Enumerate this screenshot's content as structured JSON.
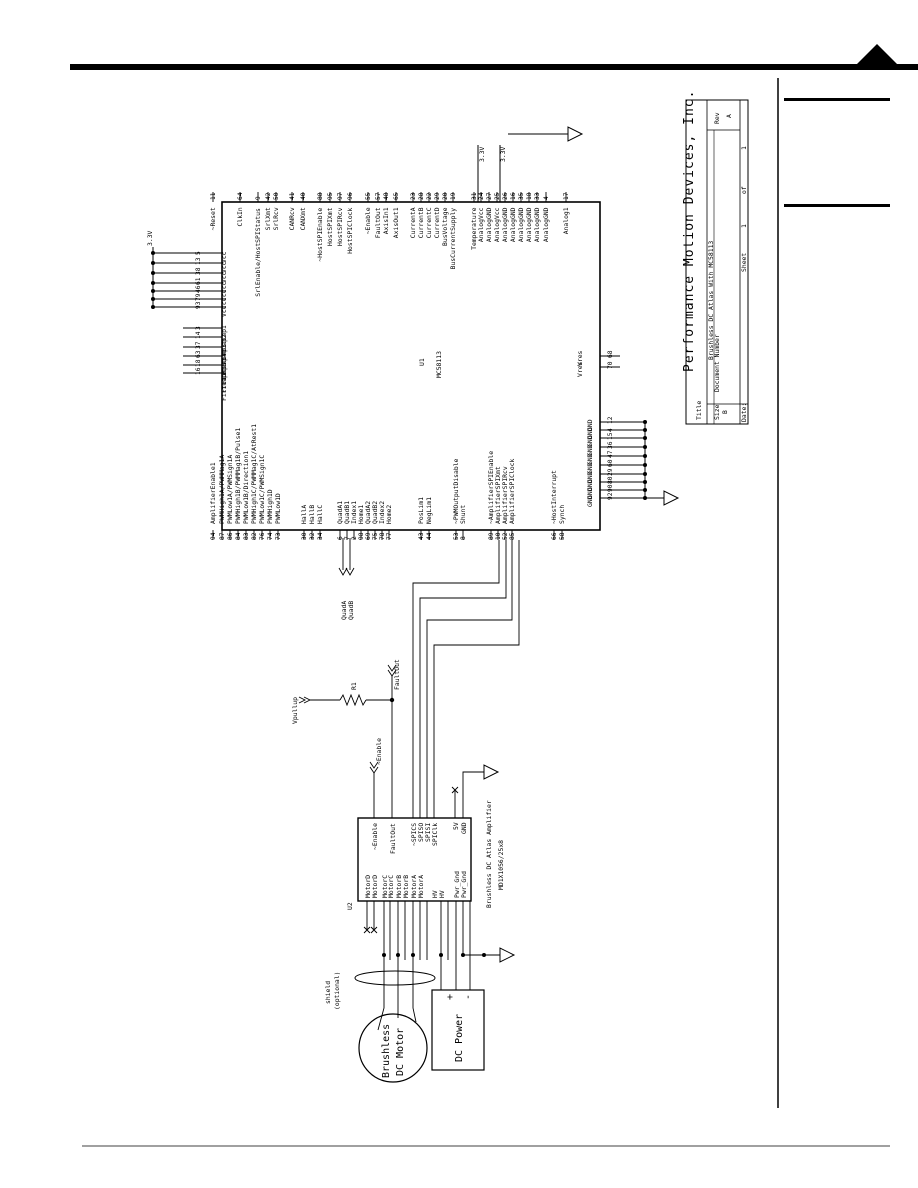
{
  "title_block": {
    "company": "Performance Motion Devices, Inc.",
    "title_label": "Title",
    "title_value": "Brushless DC Atlas With MC58113",
    "size_label": "Size",
    "size_value": "B",
    "doc_label": "Document Number",
    "rev_label": "Rev",
    "rev_value": "A",
    "date_label": "Date:",
    "sheet_label": "Sheet",
    "sheet_num": "1",
    "of_label": "of",
    "sheet_total": "1"
  },
  "u1": {
    "ref": "U1",
    "part": "MC58113",
    "left_pins": [
      {
        "num": "11",
        "label": "~Reset"
      },
      {
        "num": "64",
        "label": "ClkIn"
      },
      {
        "num": "9",
        "label": "SrlEnable/HostSPIStatus"
      },
      {
        "num": "42",
        "label": "SrlXmt"
      },
      {
        "num": "50",
        "label": "SrlRcv"
      },
      {
        "num": "41",
        "label": "CANRcv"
      },
      {
        "num": "40",
        "label": "CANXmt"
      },
      {
        "num": "88",
        "label": "~HostSPIEnable"
      },
      {
        "num": "95",
        "label": "HostSPIXmt"
      },
      {
        "num": "97",
        "label": "HostSPIRcv"
      },
      {
        "num": "96",
        "label": "HostSPIClock"
      },
      {
        "num": "55",
        "label": "~Enable"
      },
      {
        "num": "57",
        "label": "FaultOut"
      },
      {
        "num": "48",
        "label": "AxisIn1"
      },
      {
        "num": "65",
        "label": "AxisOut1"
      },
      {
        "num": "23",
        "label": "CurrentA"
      },
      {
        "num": "28",
        "label": "CurrentB"
      },
      {
        "num": "22",
        "label": "CurrentC"
      },
      {
        "num": "29",
        "label": "CurrentD"
      },
      {
        "num": "20",
        "label": "BusVoltage"
      },
      {
        "num": "19",
        "label": "BusCurrentSupply"
      },
      {
        "num": "31",
        "label": "Temperature"
      },
      {
        "num": "24",
        "label": "AnalogVcc"
      },
      {
        "num": "27",
        "label": "AnalogGND"
      },
      {
        "num": "25",
        "label": "AnalogVcc"
      },
      {
        "num": "26",
        "label": "AnalogGND"
      },
      {
        "num": "16",
        "label": "AnalogGND"
      },
      {
        "num": "35",
        "label": "AnalogGND"
      },
      {
        "num": "18",
        "label": "AnalogGND"
      },
      {
        "num": "33",
        "label": "AnalogGND"
      },
      {
        "num": "4",
        "label": "AnalogGND"
      },
      {
        "num": "17",
        "label": "Analog1"
      }
    ],
    "top_vcc_pins": [
      {
        "num": "5",
        "label": "Vcc"
      },
      {
        "num": "13",
        "label": "Vcc"
      },
      {
        "num": "38",
        "label": "Vcc"
      },
      {
        "num": "61",
        "label": "Vcc"
      },
      {
        "num": "46",
        "label": "Vcc"
      },
      {
        "num": "79",
        "label": "Vcc"
      },
      {
        "num": "93",
        "label": "Vcc"
      }
    ],
    "top_filt_pins": [
      {
        "num": "3",
        "label": "FiltCap1"
      },
      {
        "num": "14",
        "label": "FiltCap2"
      },
      {
        "num": "37",
        "label": "FiltCap3"
      },
      {
        "num": "63",
        "label": "FiltCap4"
      },
      {
        "num": "18",
        "label": "FiltCap5"
      },
      {
        "num": "16",
        "label": "FiltCap6"
      }
    ],
    "vres_pins": [
      {
        "num": "68",
        "label": "Vres"
      },
      {
        "num": "70",
        "label": "Vres"
      }
    ],
    "gnd_pins": [
      {
        "num": "12",
        "label": "GND"
      },
      {
        "num": "4",
        "label": "GND"
      },
      {
        "num": "15",
        "label": "GND"
      },
      {
        "num": "36",
        "label": "GND"
      },
      {
        "num": "47",
        "label": "GND"
      },
      {
        "num": "60",
        "label": "GND"
      },
      {
        "num": "29",
        "label": "GND"
      },
      {
        "num": "80",
        "label": "GND"
      },
      {
        "num": "90",
        "label": "GND"
      },
      {
        "num": "92",
        "label": "GND"
      }
    ],
    "bottom_pins": [
      {
        "num": "94",
        "label": "AmplifierEnable1"
      },
      {
        "num": "87",
        "label": "PWMHigh1A/PWMMag1A"
      },
      {
        "num": "86",
        "label": "PWMLow1A/PWMSign1A"
      },
      {
        "num": "84",
        "label": "PWMHigh1B/PWMMag1B/Pulse1"
      },
      {
        "num": "83",
        "label": "PWMLow1B/Direction1"
      },
      {
        "num": "82",
        "label": "PWMHigh1C/PWMMag1C/AtRest1"
      },
      {
        "num": "76",
        "label": "PWMLow1C/PWMSign1C"
      },
      {
        "num": "74",
        "label": "PWMHigh1D"
      },
      {
        "num": "73",
        "label": "PWMLow1D"
      },
      {
        "num": "30",
        "label": "HallA"
      },
      {
        "num": "32",
        "label": "HallB"
      },
      {
        "num": "34",
        "label": "HallC"
      },
      {
        "num": "6",
        "label": "QuadA1"
      },
      {
        "num": "7",
        "label": "QuadB1"
      },
      {
        "num": "2",
        "label": "Index1"
      },
      {
        "num": "98",
        "label": "Home1"
      },
      {
        "num": "69",
        "label": "QuadA2"
      },
      {
        "num": "75",
        "label": "QuadB2"
      },
      {
        "num": "78",
        "label": "Index2"
      },
      {
        "num": "77",
        "label": "Home2"
      },
      {
        "num": "43",
        "label": "PosLim1"
      },
      {
        "num": "44",
        "label": "NegLim1"
      },
      {
        "num": "53",
        "label": "~PWMOutputDisable"
      },
      {
        "num": "8",
        "label": "Shunt"
      },
      {
        "num": "89",
        "label": "~AmplifierSPIEnable"
      },
      {
        "num": "10",
        "label": "AmplifierSPIXmt"
      },
      {
        "num": "52",
        "label": "AmplifierSPIRcv"
      },
      {
        "num": "85",
        "label": "AmplifierSPIClock"
      },
      {
        "num": "66",
        "label": "~HostInterrupt"
      },
      {
        "num": "58",
        "label": "Synch"
      }
    ]
  },
  "nets": {
    "v33_top": "3.3V",
    "v33_a": "3.3V",
    "v33_b": "3.3V",
    "quada": "QuadA",
    "quadb": "QuadB",
    "vpullup": "Vpullup",
    "r1": "R1",
    "faultout": "FaultOut",
    "enable": "~Enable"
  },
  "u2": {
    "ref": "U2",
    "left_pins": [
      "MotorD",
      "MotorD",
      "MotorC",
      "MotorC",
      "MotorB",
      "MotorB",
      "MotorA",
      "MotorA",
      "HV",
      "HV",
      "Pwr_Gnd",
      "Pwr_Gnd"
    ],
    "right_pins": [
      "~Enable",
      "FaultOut",
      "~SPICS",
      "SPISO",
      "SPISI",
      "SPIClk",
      "5V",
      "GND"
    ],
    "name": "Brushless DC Atlas Amplifier",
    "part": "MD1X1056/25x8"
  },
  "motor": {
    "line1": "Brushless",
    "line2": "DC Motor"
  },
  "shield": {
    "line1": "shield",
    "line2": "(optional)"
  },
  "dc_power": {
    "label": "DC Power",
    "plus": "+",
    "minus": "-"
  }
}
